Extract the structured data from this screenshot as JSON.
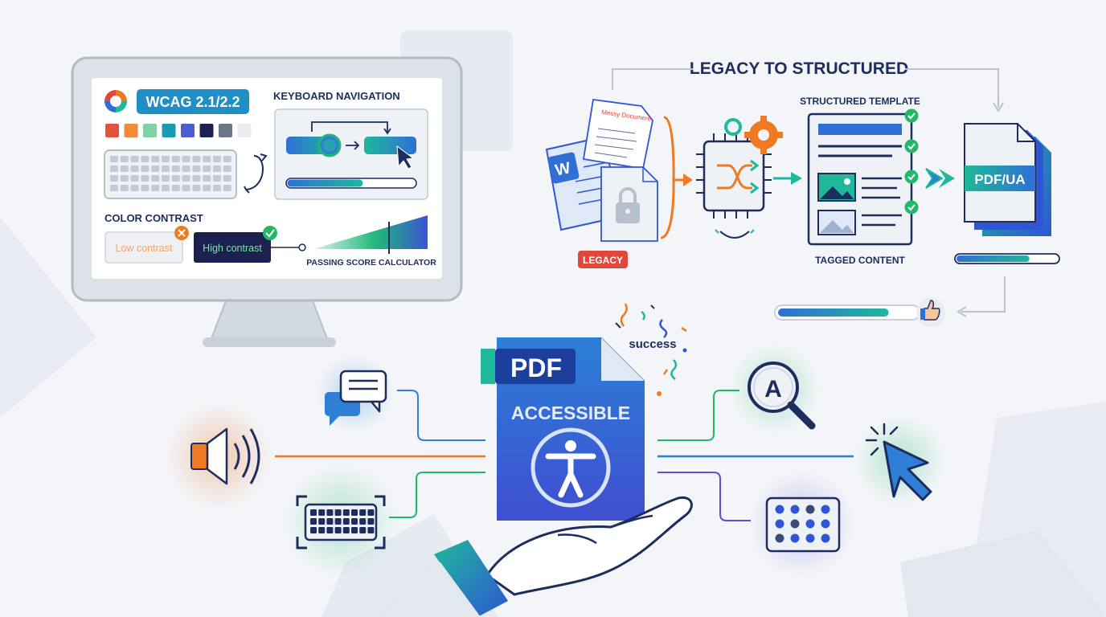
{
  "monitor": {
    "wcag_badge": "WCAG 2.1/2.2",
    "keyboard_title": "KEYBOARD NAVIGATION",
    "contrast_title": "COLOR CONTRAST",
    "low_contrast": "Low contrast",
    "high_contrast": "High contrast",
    "score_label": "PASSING SCORE CALCULATOR",
    "swatches": [
      "#e2533b",
      "#f08a3c",
      "#7fd1a8",
      "#1a9cb0",
      "#4f5bd5",
      "#1c2150",
      "#6d7686",
      "#e9edf2"
    ]
  },
  "workflow": {
    "title": "LEGACY TO STRUCTURED",
    "template_title": "STRUCTURED TEMPLATE",
    "tagged_label": "TAGGED CONTENT",
    "legacy_badge": "LEGACY",
    "pdfua_label": "PDF/UA",
    "word_letter": "W",
    "messy_doc_title": "Messy Document",
    "progress_top": 0.72,
    "progress_bottom": 0.8
  },
  "center": {
    "pdf_label": "PDF",
    "accessible_label": "ACCESSIBLE",
    "success_label": "success",
    "search_letter": "A"
  },
  "icons": {
    "left": [
      "chat-bubbles-icon",
      "speaker-icon",
      "keyboard-icon"
    ],
    "right": [
      "magnifier-icon",
      "cursor-click-icon",
      "braille-icon"
    ]
  },
  "colors": {
    "navy": "#1c2d5e",
    "blue": "#2f7fd6",
    "teal": "#1fa9a0",
    "green": "#22b86a",
    "orange": "#f07a22",
    "red": "#e2473b",
    "purple": "#5b4fd8"
  }
}
